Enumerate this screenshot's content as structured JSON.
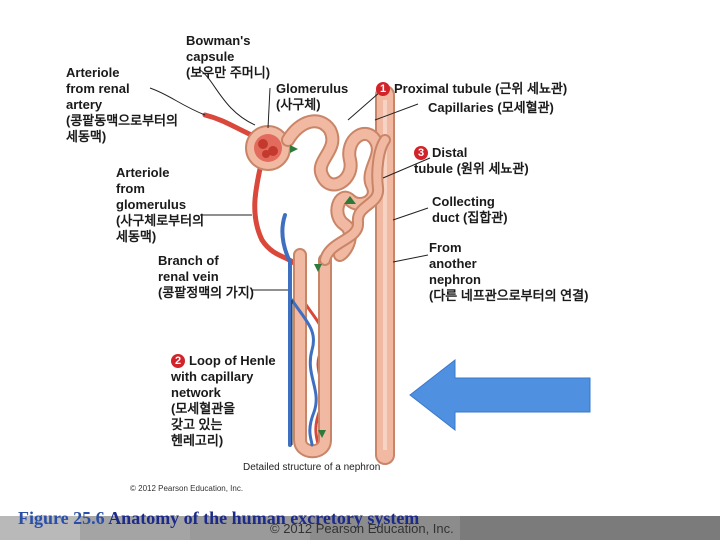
{
  "labels": {
    "bowman": "Bowman's\ncapsule\n(보우만 주머니)",
    "arteriole_renal": "Arteriole\nfrom renal\nartery\n(콩팥동맥으로부터의\n세동맥)",
    "glomerulus": "Glomerulus\n(사구체)",
    "proximal_num": "1",
    "proximal": "Proximal tubule (근위 세뇨관)",
    "capillaries": "Capillaries (모세혈관)",
    "distal_num": "3",
    "distal": "Distal\ntubule (원위 세뇨관)",
    "arteriole_glom": "Arteriole\nfrom\nglomerulus\n(사구체로부터의\n세동맥)",
    "collecting": "Collecting\nduct (집합관)",
    "branch_vein": "Branch of\nrenal vein\n(콩팥정맥의 가지)",
    "another_nephron": "From\nanother\nnephron\n(다른 네프관으로부터의 연결)",
    "henle_num": "2",
    "henle": "Loop of Henle\nwith capillary\nnetwork\n(모세혈관을\n갖고 있는\n헨레고리)",
    "detail": "Detailed structure of a nephron"
  },
  "copyright_small": "© 2012 Pearson Education, Inc.",
  "copyright_big": "© 2012 Pearson Education, Inc.",
  "caption": {
    "number": "Figure 25.6",
    "text": "Anatomy of the human excretory system"
  },
  "colors": {
    "tubule": "#f1b9a2",
    "tubule_edge": "#c98567",
    "artery": "#d9483b",
    "vein": "#3f6fc0",
    "arrow_big": "#4f91e0",
    "caption_blue": "#1c2a8a",
    "marker_red": "#d2232a"
  }
}
